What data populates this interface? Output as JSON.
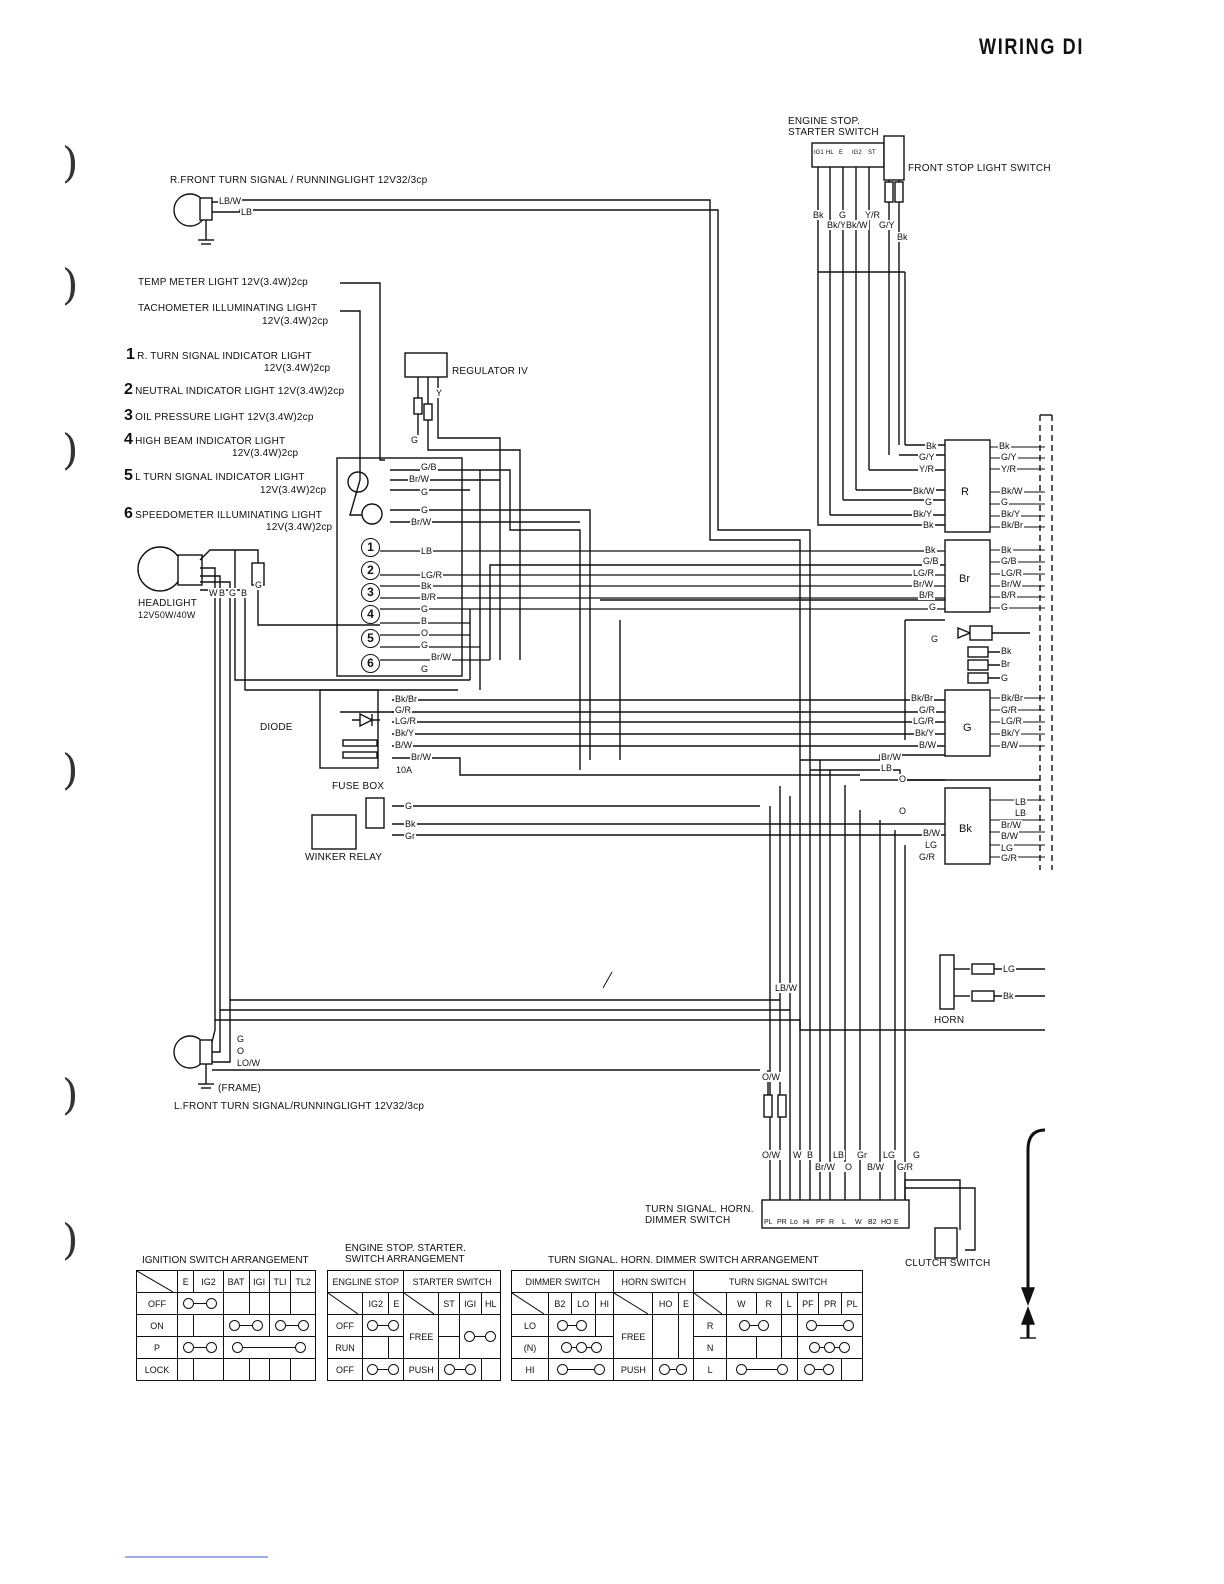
{
  "header": {
    "title": "WIRING DI"
  },
  "components": {
    "rfront": "R.FRONT  TURN  SIGNAL / RUNNINGLIGHT  12V32/3cp",
    "temp_meter": "TEMP  METER  LIGHT  12V(3.4W)2cp",
    "tacho_1": "TACHOMETER  ILLUMINATING  LIGHT",
    "tacho_2": "12V(3.4W)2cp",
    "ind1_num": "1",
    "ind1_1": "R.  TURN  SIGNAL  INDICATOR  LIGHT",
    "ind1_2": "12V(3.4W)2cp",
    "ind2_num": "2",
    "ind2": "NEUTRAL  INDICATOR  LIGHT  12V(3.4W)2cp",
    "ind3_num": "3",
    "ind3": "OIL  PRESSURE  LIGHT  12V(3.4W)2cp",
    "ind4_num": "4",
    "ind4_1": "HIGH  BEAM  INDICATOR  LIGHT",
    "ind4_2": "12V(3.4W)2cp",
    "ind5_num": "5",
    "ind5_1": "L  TURN  SIGNAL  INDICATOR  LIGHT",
    "ind5_2": "12V(3.4W)2cp",
    "ind6_num": "6",
    "ind6_1": "SPEEDOMETER  ILLUMINATING  LIGHT",
    "ind6_2": "12V(3.4W)2cp",
    "regulator": "REGULATOR  IV",
    "headlight_1": "HEADLIGHT",
    "headlight_2": "12V50W/40W",
    "diode": "DIODE",
    "fuse_box": "FUSE  BOX",
    "fuse_10a": "10A",
    "winker_relay": "WINKER  RELAY",
    "engine_stop_1": "ENGINE  STOP.",
    "engine_stop_2": "STARTER  SWITCH",
    "front_stop": "FRONT  STOP  LIGHT  SWITCH",
    "horn": "HORN",
    "lfront_frame": "(FRAME)",
    "lfront": "L.FRONT  TURN  SIGNAL/RUNNINGLIGHT      12V32/3cp",
    "turn_switch_1": "TURN  SIGNAL.  HORN.",
    "turn_switch_2": "DIMMER  SWITCH",
    "clutch_switch": "CLUTCH  SWITCH",
    "conn_r": "R",
    "conn_br": "Br",
    "conn_g": "G",
    "conn_bk": "Bk",
    "circled": [
      "1",
      "2",
      "3",
      "4",
      "5",
      "6"
    ]
  },
  "engine_stop_pins": [
    "IG1",
    "HL",
    "E",
    "IG2",
    "ST"
  ],
  "turn_switch_pins": [
    "PL",
    "PR",
    "Lo",
    "Hi",
    "PF",
    "R",
    "L",
    "W",
    "B2",
    "HO",
    "E"
  ],
  "wire_labels": [
    "LB/W",
    "LB",
    "Bk",
    "G",
    "Y/R",
    "Bk/Y",
    "Bk/W",
    "G/Y",
    "Bk",
    "Y",
    "G",
    "G/B",
    "Br/W",
    "G",
    "G",
    "Br/W",
    "LB",
    "LG/R",
    "Bk",
    "B/R",
    "G",
    "B",
    "O",
    "G",
    "Br/W",
    "G",
    "Bk/Br",
    "G/R",
    "LG/R",
    "Bk/Y",
    "B/W",
    "Br/W",
    "G",
    "Bk",
    "Gr",
    "Bk",
    "G/Y",
    "Y/R",
    "Bk/W",
    "G",
    "Bk/Y",
    "Bk",
    "Bk",
    "G/Y",
    "Y/R",
    "Bk/W",
    "G",
    "Bk/Y",
    "Bk/Br",
    "Bk",
    "G/B",
    "LG/R",
    "Br/W",
    "B/R",
    "G",
    "Bk",
    "G/B",
    "LG/R",
    "Br/W",
    "B/R",
    "G",
    "G",
    "Bk",
    "Br",
    "G",
    "Bk/Br",
    "G/R",
    "LG/R",
    "Bk/Y",
    "B/W",
    "Bk/Br",
    "G/R",
    "LG/R",
    "Bk/Y",
    "B/W",
    "Br/W",
    "LB",
    "O",
    "O",
    "LB",
    "B/W",
    "LG",
    "G/R",
    "LB",
    "Br/W",
    "B/W",
    "LG",
    "G/R",
    "LG",
    "Bk",
    "LB/W",
    "O/W",
    "O/W",
    "W",
    "B",
    "Br/W",
    "LB",
    "O",
    "Gr",
    "B/W",
    "LG",
    "G/R",
    "G",
    "G",
    "O",
    "LO/W",
    "W",
    "B",
    "G",
    "B",
    "G"
  ],
  "tables": {
    "ignition": {
      "caption": "IGNITION  SWITCH  ARRANGEMENT",
      "header": [
        "",
        "E",
        "IG2",
        "BAT",
        "IGI",
        "TLI",
        "TL2"
      ],
      "rows": [
        "OFF",
        "ON",
        "P",
        "LOCK"
      ]
    },
    "engine_stop": {
      "caption_1": "ENGINE  STOP.  STARTER.",
      "caption_2": "SWITCH  ARRANGEMENT",
      "head_left": "ENGLINE  STOP",
      "head_right": "STARTER  SWITCH",
      "left_cols": [
        "IG2",
        "E"
      ],
      "right_cols": [
        "ST",
        "IGI",
        "HL"
      ],
      "left_rows": [
        "OFF",
        "RUN",
        "OFF"
      ],
      "right_rows": [
        "FREE",
        "PUSH"
      ]
    },
    "turn": {
      "caption": "TURN  SIGNAL.  HORN.  DIMMER  SWITCH  ARRANGEMENT",
      "dimmer_head": "DIMMER  SWITCH",
      "horn_head": "HORN  SWITCH",
      "turn_head": "TURN  SIGNAL  SWITCH",
      "dimmer_cols": [
        "B2",
        "LO",
        "HI"
      ],
      "horn_cols": [
        "HO",
        "E"
      ],
      "turn_cols": [
        "W",
        "R",
        "L",
        "PF",
        "PR",
        "PL"
      ],
      "dimmer_rows": [
        "LO",
        "(N)",
        "HI"
      ],
      "horn_rows": [
        "FREE",
        "PUSH"
      ],
      "turn_rows": [
        "R",
        "N",
        "L"
      ]
    }
  }
}
